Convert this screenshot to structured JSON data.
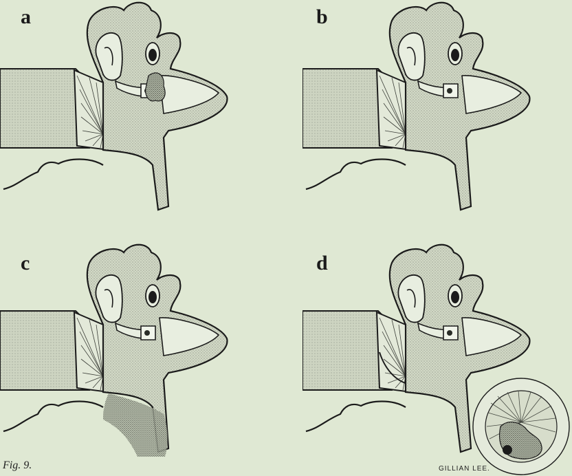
{
  "panels": [
    {
      "id": "a",
      "label": "a",
      "variant": "debris-in-middle-ear"
    },
    {
      "id": "b",
      "label": "b",
      "variant": "clear"
    },
    {
      "id": "c",
      "label": "c",
      "variant": "discharge-in-canal"
    },
    {
      "id": "d",
      "label": "d",
      "variant": "retraction-pocket-with-inset"
    }
  ],
  "caption": "Fig. 9.",
  "signature": "GILLIAN LEE.",
  "colors": {
    "background": "#dfe8d3",
    "tissue_fill": "#cfd6c3",
    "ink": "#1b1b1b",
    "cavity": "#e8eee0"
  }
}
